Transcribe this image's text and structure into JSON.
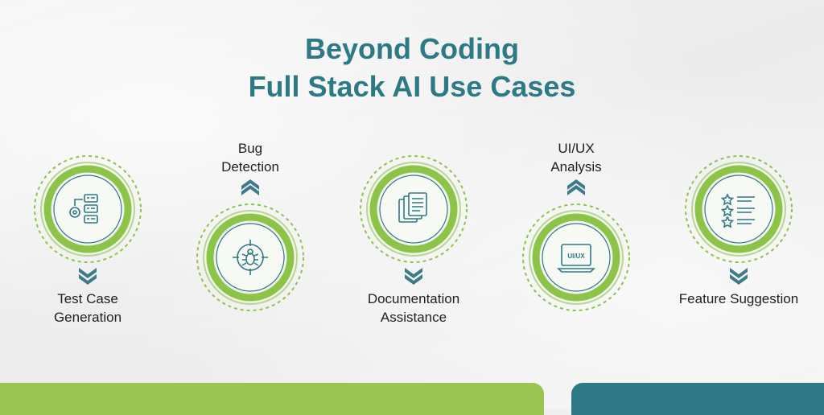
{
  "title": {
    "line1": "Beyond Coding",
    "line2": "Full Stack AI Use Cases"
  },
  "colors": {
    "title": "#2e7a84",
    "green_ring": "#8cc447",
    "teal_accent": "#2f7886",
    "chevron": "#3b7c8a",
    "bar_green": "#9bc452",
    "bar_teal": "#2f7886"
  },
  "use_cases": [
    {
      "label_line1": "Test Case",
      "label_line2": "Generation",
      "icon": "test-case-flow-icon",
      "label_position": "below"
    },
    {
      "label_line1": "Bug",
      "label_line2": "Detection",
      "icon": "bug-target-icon",
      "label_position": "above"
    },
    {
      "label_line1": "Documentation",
      "label_line2": "Assistance",
      "icon": "documents-icon",
      "label_position": "below"
    },
    {
      "label_line1": "UI/UX",
      "label_line2": "Analysis",
      "icon": "laptop-uiux-icon",
      "icon_text": "UI/UX",
      "label_position": "above"
    },
    {
      "label_line1": "Feature Suggestion",
      "label_line2": "",
      "icon": "star-list-icon",
      "label_position": "below"
    }
  ]
}
